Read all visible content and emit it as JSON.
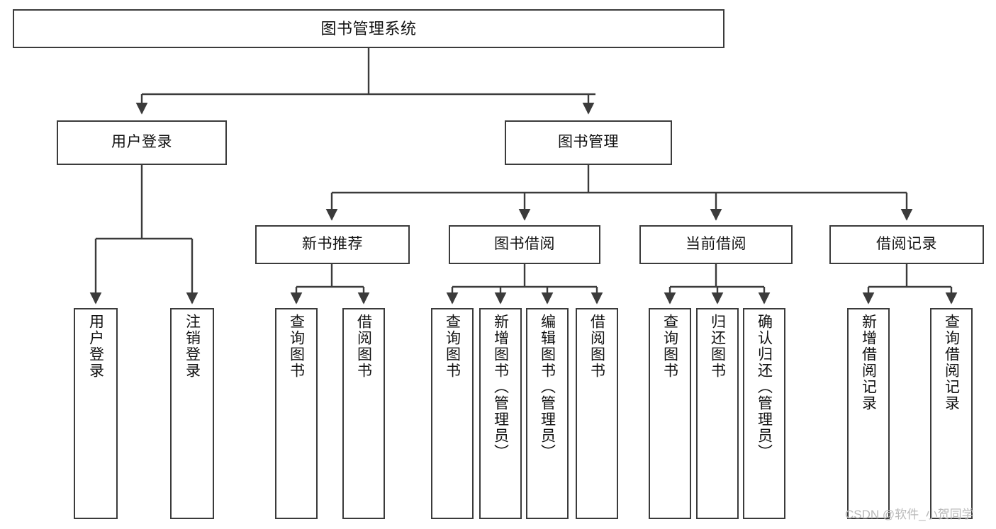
{
  "diagram": {
    "title": "图书管理系统",
    "type": "tree-hierarchy-chart",
    "root": {
      "id": "root",
      "label": "图书管理系统"
    },
    "level1": [
      {
        "id": "user-login",
        "label": "用户登录"
      },
      {
        "id": "book-manage",
        "label": "图书管理"
      }
    ],
    "level2": [
      {
        "id": "new-book-recommend",
        "label": "新书推荐",
        "parent": "book-manage"
      },
      {
        "id": "book-borrow",
        "label": "图书借阅",
        "parent": "book-manage"
      },
      {
        "id": "current-borrow",
        "label": "当前借阅",
        "parent": "book-manage"
      },
      {
        "id": "borrow-record",
        "label": "借阅记录",
        "parent": "book-manage"
      }
    ],
    "leaves": {
      "user_login": [
        {
          "id": "leaf-user-login",
          "label": "用户登录"
        },
        {
          "id": "leaf-user-logout",
          "label": "注销登录"
        }
      ],
      "new_book_recommend": [
        {
          "id": "leaf-query-book-1",
          "label": "查询图书"
        },
        {
          "id": "leaf-borrow-book-1",
          "label": "借阅图书"
        }
      ],
      "book_borrow": [
        {
          "id": "leaf-query-book-2",
          "label": "查询图书"
        },
        {
          "id": "leaf-add-book",
          "label": "新增图书（管理员）"
        },
        {
          "id": "leaf-edit-book",
          "label": "编辑图书（管理员）"
        },
        {
          "id": "leaf-borrow-book-2",
          "label": "借阅图书"
        }
      ],
      "current_borrow": [
        {
          "id": "leaf-query-book-3",
          "label": "查询图书"
        },
        {
          "id": "leaf-return-book",
          "label": "归还图书"
        },
        {
          "id": "leaf-confirm-return",
          "label": "确认归还（管理员）"
        }
      ],
      "borrow_record": [
        {
          "id": "leaf-add-record",
          "label": "新增借阅记录"
        },
        {
          "id": "leaf-query-record",
          "label": "查询借阅记录"
        }
      ]
    }
  },
  "watermark": {
    "text": "CSDN @软件_小贺同学"
  },
  "colors": {
    "border": "#3b3b3b",
    "background": "#ffffff",
    "text": "#111111",
    "watermark": "#b9b9b9"
  }
}
